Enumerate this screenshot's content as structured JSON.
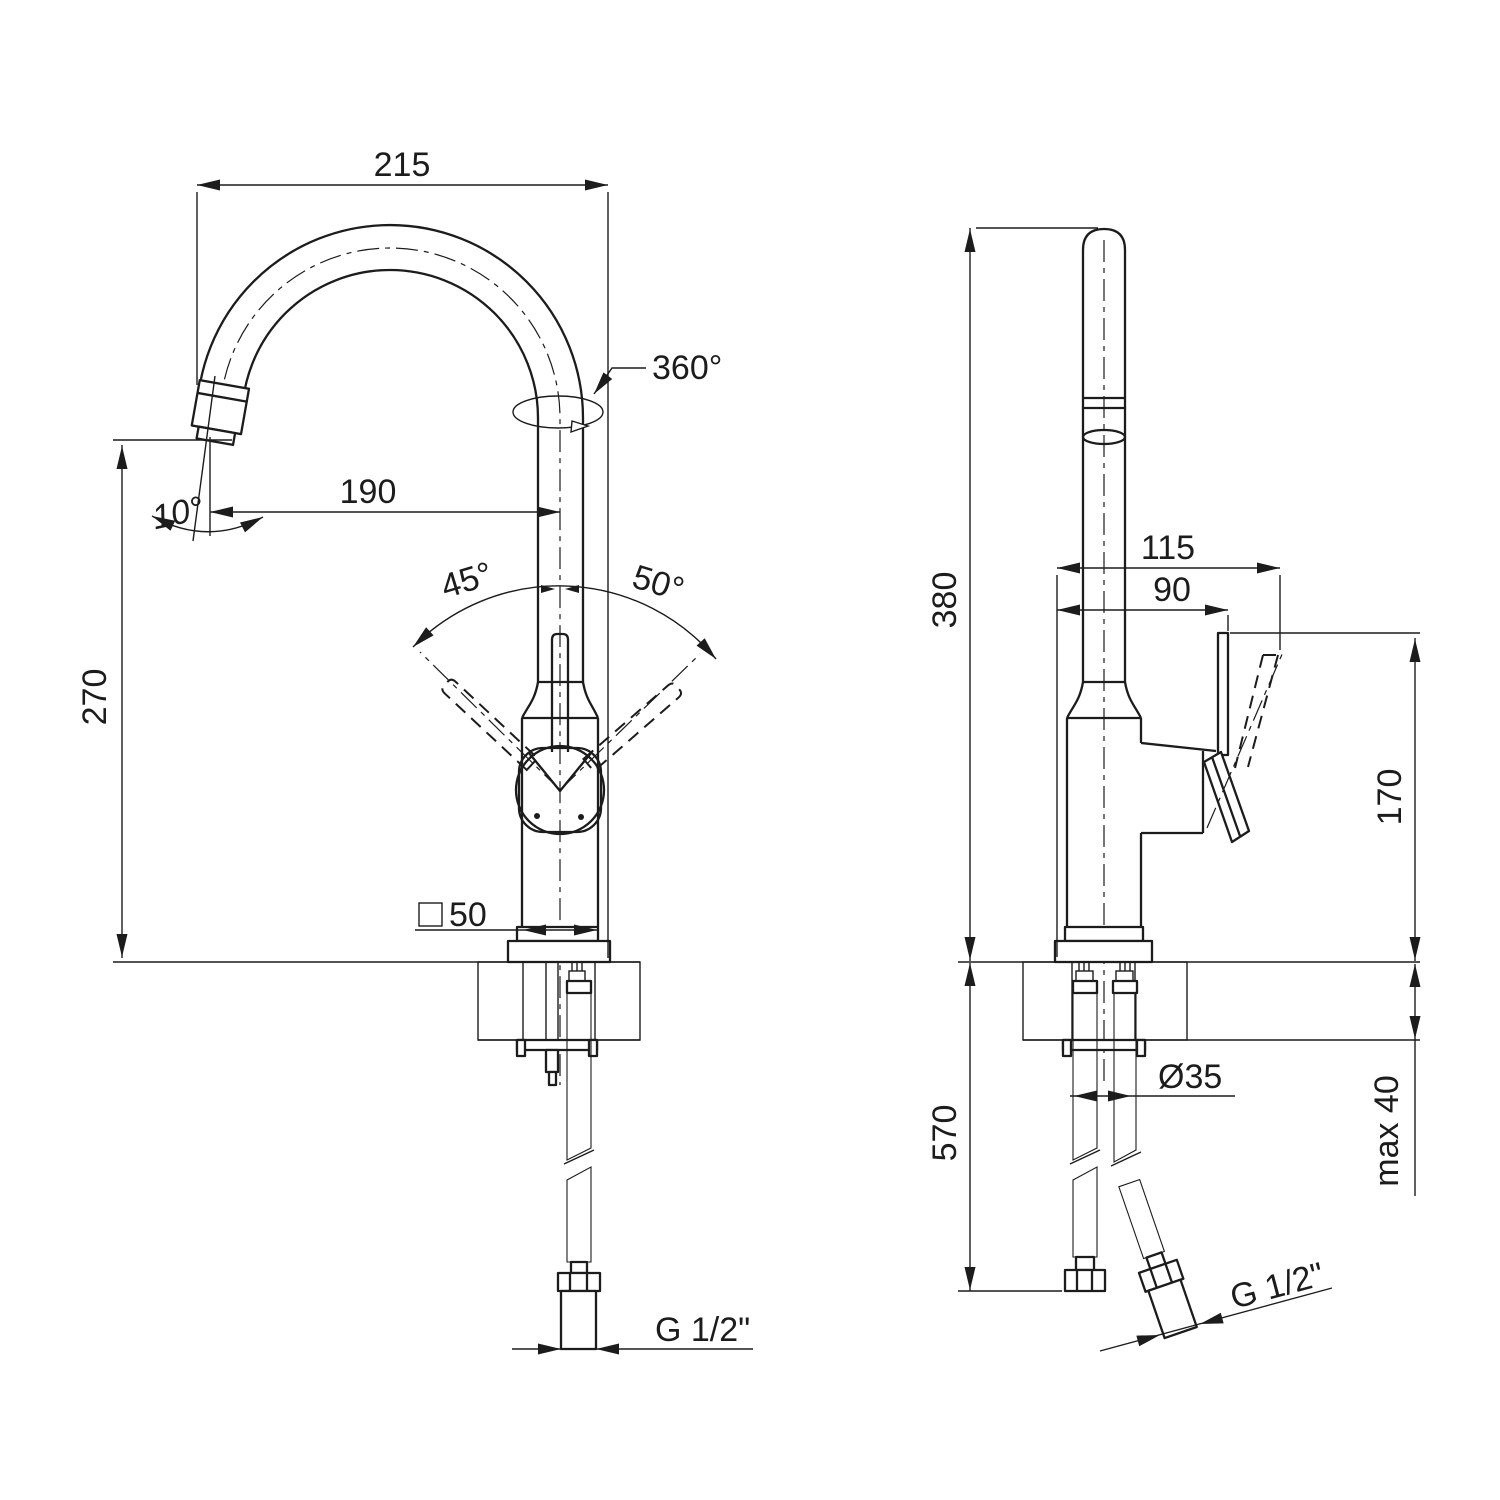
{
  "drawing": {
    "background": "#ffffff",
    "line_color": "#1c1c1c",
    "views": {
      "front": {
        "spout_span": "215",
        "spout_reach": "190",
        "spout_tilt": "10°",
        "spout_swivel": "360°",
        "handle_swing_left": "45°",
        "handle_swing_right": "50°",
        "spout_height": "270",
        "base_square": "50",
        "connection_thread": "G 1/2\""
      },
      "side": {
        "total_height": "380",
        "handle_reach_full": "115",
        "handle_reach": "90",
        "handle_top_height": "170",
        "hose_drop": "570",
        "mounting_hole": "Ø35",
        "deck_max_thickness": "max 40",
        "connection_thread": "G 1/2\""
      }
    }
  }
}
